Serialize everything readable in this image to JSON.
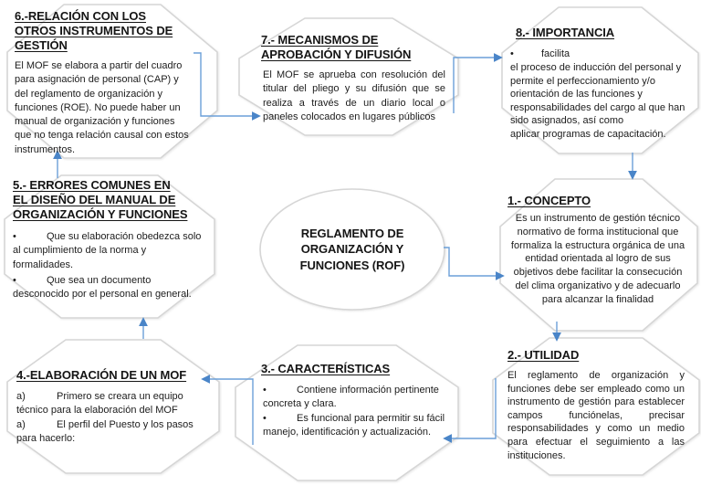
{
  "colors": {
    "connector_blue": "#4a85c8",
    "connector_line": "#6b9fd8",
    "shape_outline": "#d6d6d6",
    "text": "#1c1c1c"
  },
  "center_node": {
    "title": "REGLAMENTO DE\nORGANIZACIÓN Y\nFUNCIONES (ROF)"
  },
  "nodes": {
    "concepto": {
      "title": "1.- CONCEPTO",
      "body": "Es un instrumento de gestión técnico\nnormativo de forma institucional que\nformaliza la estructura orgánica de una\nentidad orientada al logro de sus\nobjetivos debe facilitar la consecución\ndel clima organizativo y de adecuarlo\npara alcanzar la finalidad"
    },
    "utilidad": {
      "title": "2.- UTILIDAD",
      "body": "El reglamento de organización y funciones debe ser empleado como un instrumento de gestión para establecer campos funciónelas, precisar responsabilidades y como un medio para efectuar el seguimiento a las instituciones."
    },
    "caracteristicas": {
      "title": "3.- CARACTERÍSTICAS",
      "items": [
        {
          "marker": "•",
          "text": "Contiene información pertinente concreta y clara."
        },
        {
          "marker": "•",
          "text": "Es funcional para permitir su fácil manejo, identificación y actualización."
        }
      ]
    },
    "elaboracion": {
      "title": "4.-ELABORACIÓN DE UN MOF",
      "items": [
        {
          "marker": "a)",
          "text": "Primero se creara un equipo técnico para la elaboración del MOF"
        },
        {
          "marker": "a)",
          "text": "El perfil del Puesto y los pasos para hacerlo:"
        }
      ]
    },
    "errores": {
      "title": "5.- ERRORES COMUNES EN\nEL DISEÑO DEL MANUAL DE\nORGANIZACIÓN Y FUNCIONES",
      "items": [
        {
          "marker": "•",
          "text": "Que su elaboración obedezca solo al cumplimiento de la norma y formalidades."
        },
        {
          "marker": "•",
          "text": "Que sea un documento desconocido por el personal en general."
        }
      ]
    },
    "relacion": {
      "title": "6.-RELACIÓN CON LOS\nOTROS INSTRUMENTOS DE\nGESTIÓN",
      "body": "El MOF se elabora a partir del cuadro\npara asignación de personal (CAP) y\ndel reglamento de organización y\nfunciones (ROE). No puede haber un\nmanual de organización y funciones\nque no tenga relación causal con estos\ninstrumentos."
    },
    "mecanismos": {
      "title": "7.- MECANISMOS DE\nAPROBACIÓN Y DIFUSIÓN",
      "body": "El MOF se aprueba con resolución del titular del pliego y su difusión que se realiza a través de un diario local o paneles colocados en lugares públicos"
    },
    "importancia": {
      "title": "8.- IMPORTANCIA",
      "bullet_marker": "•",
      "bullet_lead": "facilita",
      "body": "el proceso de inducción del personal y\npermite el perfeccionamiento y/o\norientación de las funciones y\nresponsabilidades del cargo al que han\nsido asignados, así como\naplicar programas de capacitación."
    }
  }
}
